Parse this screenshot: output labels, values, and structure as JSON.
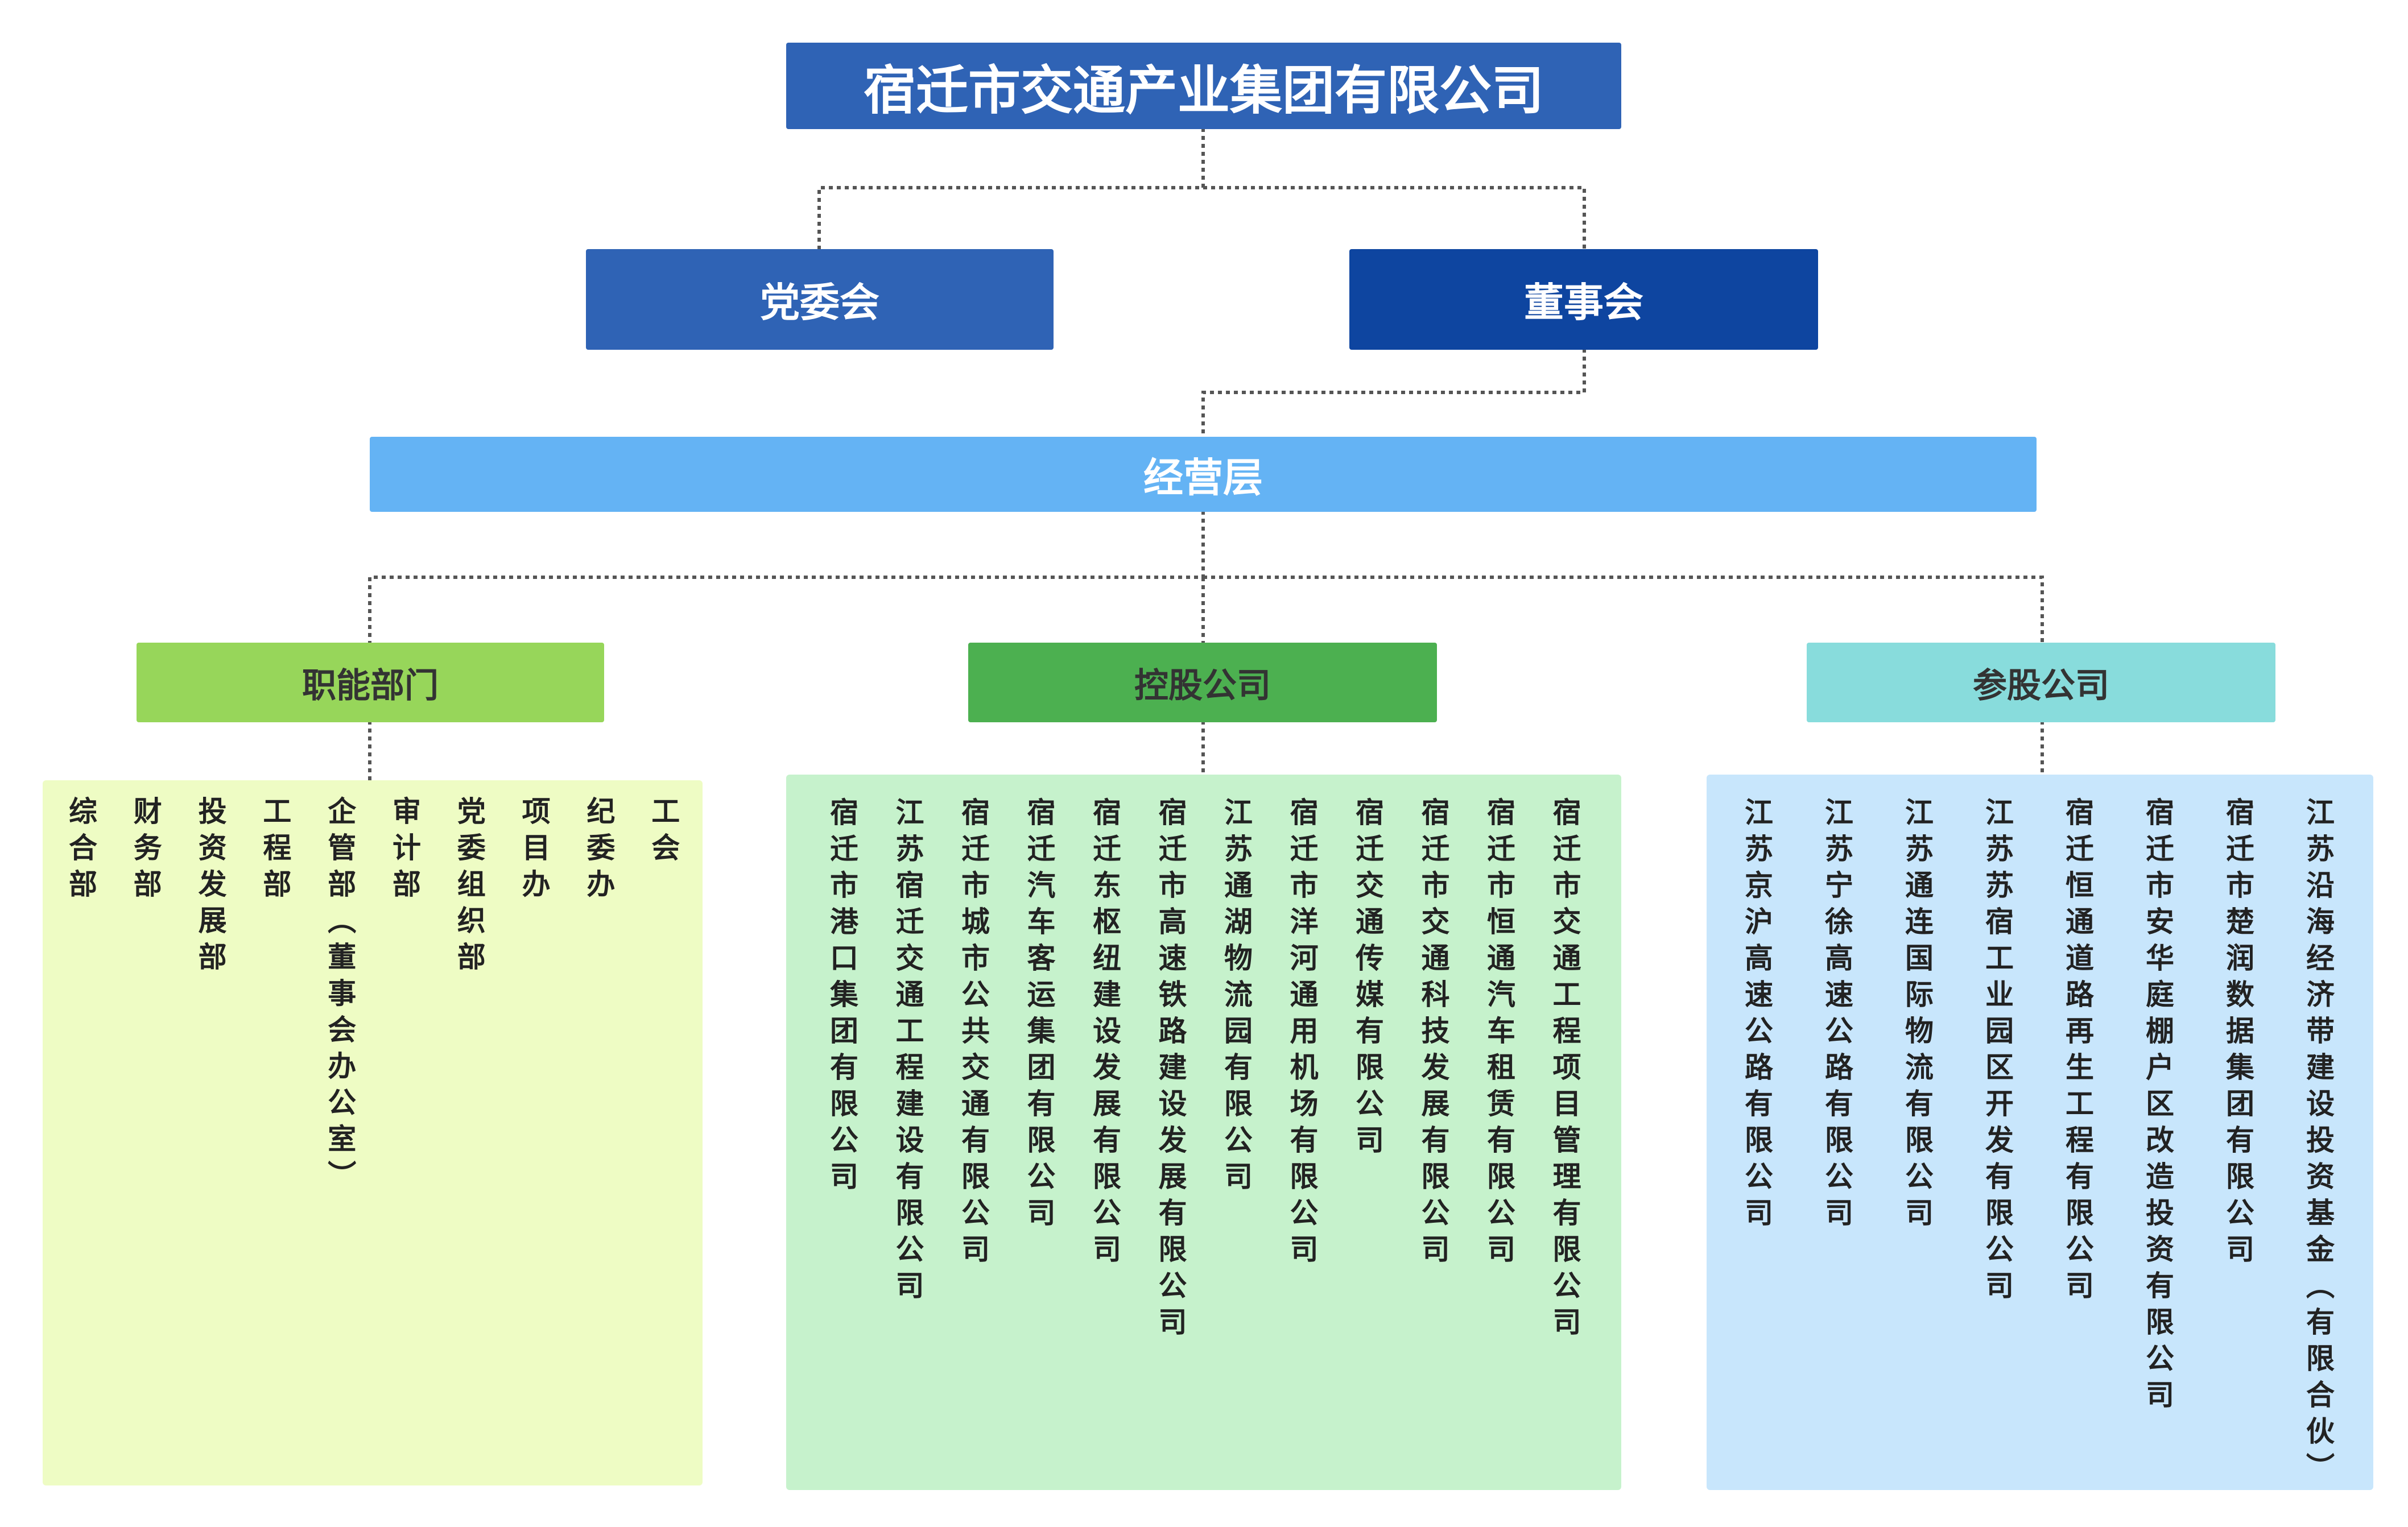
{
  "root": {
    "label": "宿迁市交通产业集团有限公司",
    "color": "#2f63b5"
  },
  "party": {
    "label": "党委会",
    "color": "#2f63b5"
  },
  "board": {
    "label": "董事会",
    "color": "#0e45a0"
  },
  "management": {
    "label": "经营层",
    "color": "#64b3f4"
  },
  "functional": {
    "label": "职能部门",
    "header_color": "#97d65a",
    "panel_color": "#eefcc4",
    "items": [
      "综合部",
      "财务部",
      "投资发展部",
      "工程部",
      "企管部（董事会办公室）",
      "审计部",
      "党委组织部",
      "项目办",
      "纪委办",
      "工会"
    ]
  },
  "holding": {
    "label": "控股公司",
    "header_color": "#4cb050",
    "panel_color": "#c6f2cc",
    "items": [
      "宿迁市港口集团有限公司",
      "江苏宿迁交通工程建设有限公司",
      "宿迁市城市公共交通有限公司",
      "宿迁汽车客运集团有限公司",
      "宿迁东枢纽建设发展有限公司",
      "宿迁市高速铁路建设发展有限公司",
      "江苏通湖物流园有限公司",
      "宿迁市洋河通用机场有限公司",
      "宿迁交通传媒有限公司",
      "宿迁市交通科技发展有限公司",
      "宿迁市恒通汽车租赁有限公司",
      "宿迁市交通工程项目管理有限公司"
    ]
  },
  "shareholding": {
    "label": "参股公司",
    "header_color": "#88dcdc",
    "panel_color": "#c8e6fc",
    "items": [
      "江苏京沪高速公路有限公司",
      "江苏宁徐高速公路有限公司",
      "江苏通连国际物流有限公司",
      "江苏苏宿工业园区开发有限公司",
      "宿迁恒通道路再生工程有限公司",
      "宿迁市安华庭棚户区改造投资有限公司",
      "宿迁市楚润数据集团有限公司",
      "江苏沿海经济带建设投资基金（有限合伙）"
    ]
  }
}
